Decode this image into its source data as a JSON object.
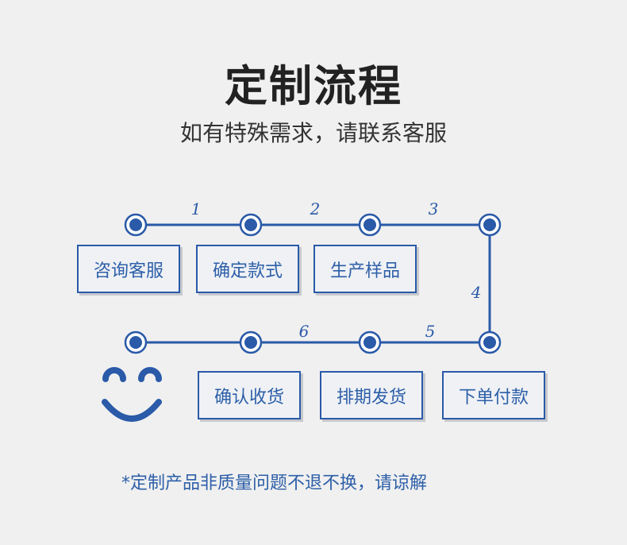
{
  "title": "定制流程",
  "subtitle": "如有特殊需求，请联系客服",
  "steps": [
    "咨询客服",
    "确定款式",
    "生产样品",
    "下单付款",
    "排期发货",
    "确认收货"
  ],
  "step_numbers": [
    "1",
    "2",
    "3",
    "4",
    "5",
    "6"
  ],
  "footnote": "*定制产品非质量问题不退不换，请谅解",
  "colors": {
    "accent": "#2a5aa8",
    "background": "#f0f0f0",
    "title": "#222222"
  },
  "icons": {
    "smiley": "smiley-face-icon"
  }
}
